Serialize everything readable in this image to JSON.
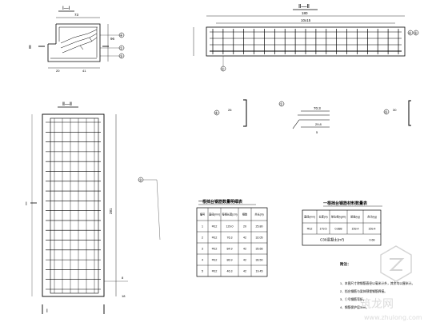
{
  "section_I": {
    "label": "Ⅰ—Ⅰ",
    "dims": [
      "73",
      "96",
      "20",
      "41"
    ],
    "marker_left": "Ⅱ",
    "cut_label": "Ⅱ",
    "callouts": [
      "④",
      "①",
      "⑤"
    ]
  },
  "section_II_top": {
    "label": "Ⅱ—Ⅱ",
    "dims": [
      "180",
      "10x15"
    ],
    "callouts": [
      "④",
      "⑤",
      "②"
    ]
  },
  "plan": {
    "label": "Ⅱ—Ⅱ",
    "side_label": "Ⅰ",
    "bottom_label": "Ⅰ",
    "vertical_dim": "281",
    "bottom_dims": [
      "8",
      "18"
    ],
    "callout": "③"
  },
  "bar_details": {
    "d1": {
      "num": "④",
      "len": "26"
    },
    "d2": {
      "num": "①",
      "top": "70.3",
      "mid": "29.8",
      "bottom": "5"
    },
    "d3": {
      "num": "⑤",
      "len": "30"
    }
  },
  "table1": {
    "title": "一根挡台钢筋数量明细表",
    "headers": [
      "编号",
      "直径(mm)",
      "每根长度(cm)",
      "根数",
      "共长(m)"
    ],
    "rows": [
      [
        "1",
        "Φ12",
        "129.0",
        "20",
        "25.80"
      ],
      [
        "2",
        "Φ12",
        "76.3",
        "42",
        "32.05"
      ],
      [
        "3",
        "Φ12",
        "84.9",
        "42",
        "35.66"
      ],
      [
        "4",
        "Φ12",
        "86.9",
        "42",
        "36.50"
      ],
      [
        "5",
        "Φ12",
        "46.3",
        "42",
        "19.45"
      ]
    ]
  },
  "table2": {
    "title": "一根挡台钢筋材料数量表",
    "headers": [
      "直径(mm)",
      "长度(m)",
      "单位重(kg/m)",
      "质量(kg)",
      "合计(kg)"
    ],
    "rows": [
      [
        "Φ12",
        "179.5",
        "0.888",
        "159.4",
        "159.4"
      ]
    ],
    "concrete_label": "C30混凝土(m³)",
    "concrete_value": "0.66"
  },
  "notes": {
    "heading": "附注：",
    "items": [
      "1、本图尺寸除钢筋直径以毫米计外，其余均以厘米计。",
      "2、挡台钢筋与梁体预埋钢筋焊接。",
      "3、①号钢筋弯折。",
      "4、钢筋保护层3cm。"
    ]
  },
  "watermark": {
    "brand": "筑龙网",
    "url": "www.zhulong.com"
  }
}
